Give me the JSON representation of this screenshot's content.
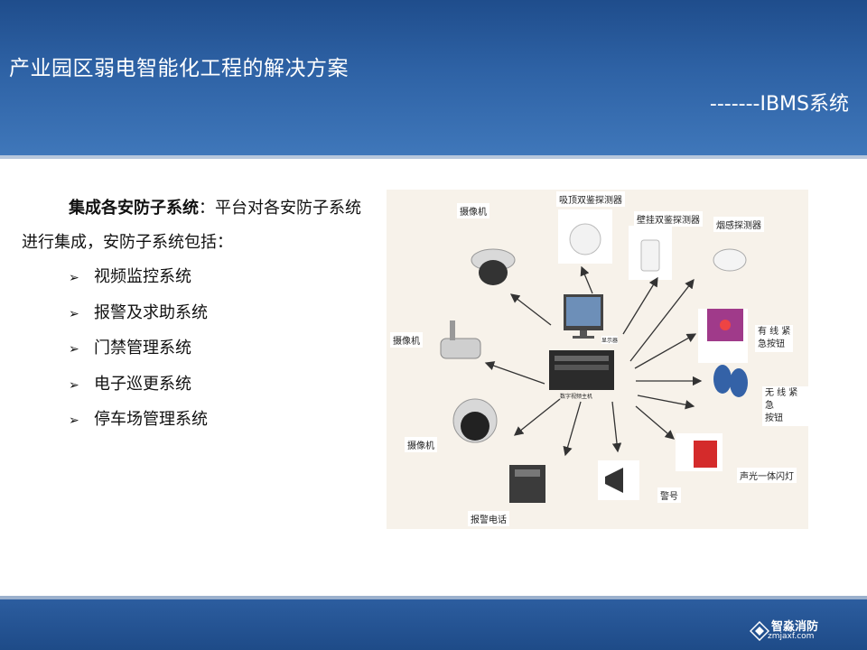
{
  "header": {
    "title": "产业园区弱电智能化工程的解决方案",
    "subtitle": "-------IBMS系统"
  },
  "content": {
    "intro_bold": "集成各安防子系统",
    "intro_rest": "：平台对各安防子系统进行集成，安防子系统包括：",
    "bullets": [
      "视频监控系统",
      "报警及求助系统",
      "门禁管理系统",
      "电子巡更系统",
      "停车场管理系统"
    ]
  },
  "diagram": {
    "labels": {
      "camera_top": "摄像机",
      "ceiling_detector": "吸顶双鉴探测器",
      "wall_detector": "壁挂双鉴探测器",
      "smoke_detector": "烟感探测器",
      "camera_left": "摄像机",
      "wired_button_1": "有 线 紧",
      "wired_button_2": "急按钮",
      "wireless_button_1": "无 线 紧 急",
      "wireless_button_2": "按钮",
      "camera_bottom": "摄像机",
      "alarm_phone": "报警电话",
      "horn": "警号",
      "strobe_siren": "声光一体闪灯",
      "monitor": "显示器",
      "host": "数字视频主机"
    }
  },
  "footer": {
    "logo_main": "智淼消防",
    "logo_url": "zmjaxf.com"
  }
}
